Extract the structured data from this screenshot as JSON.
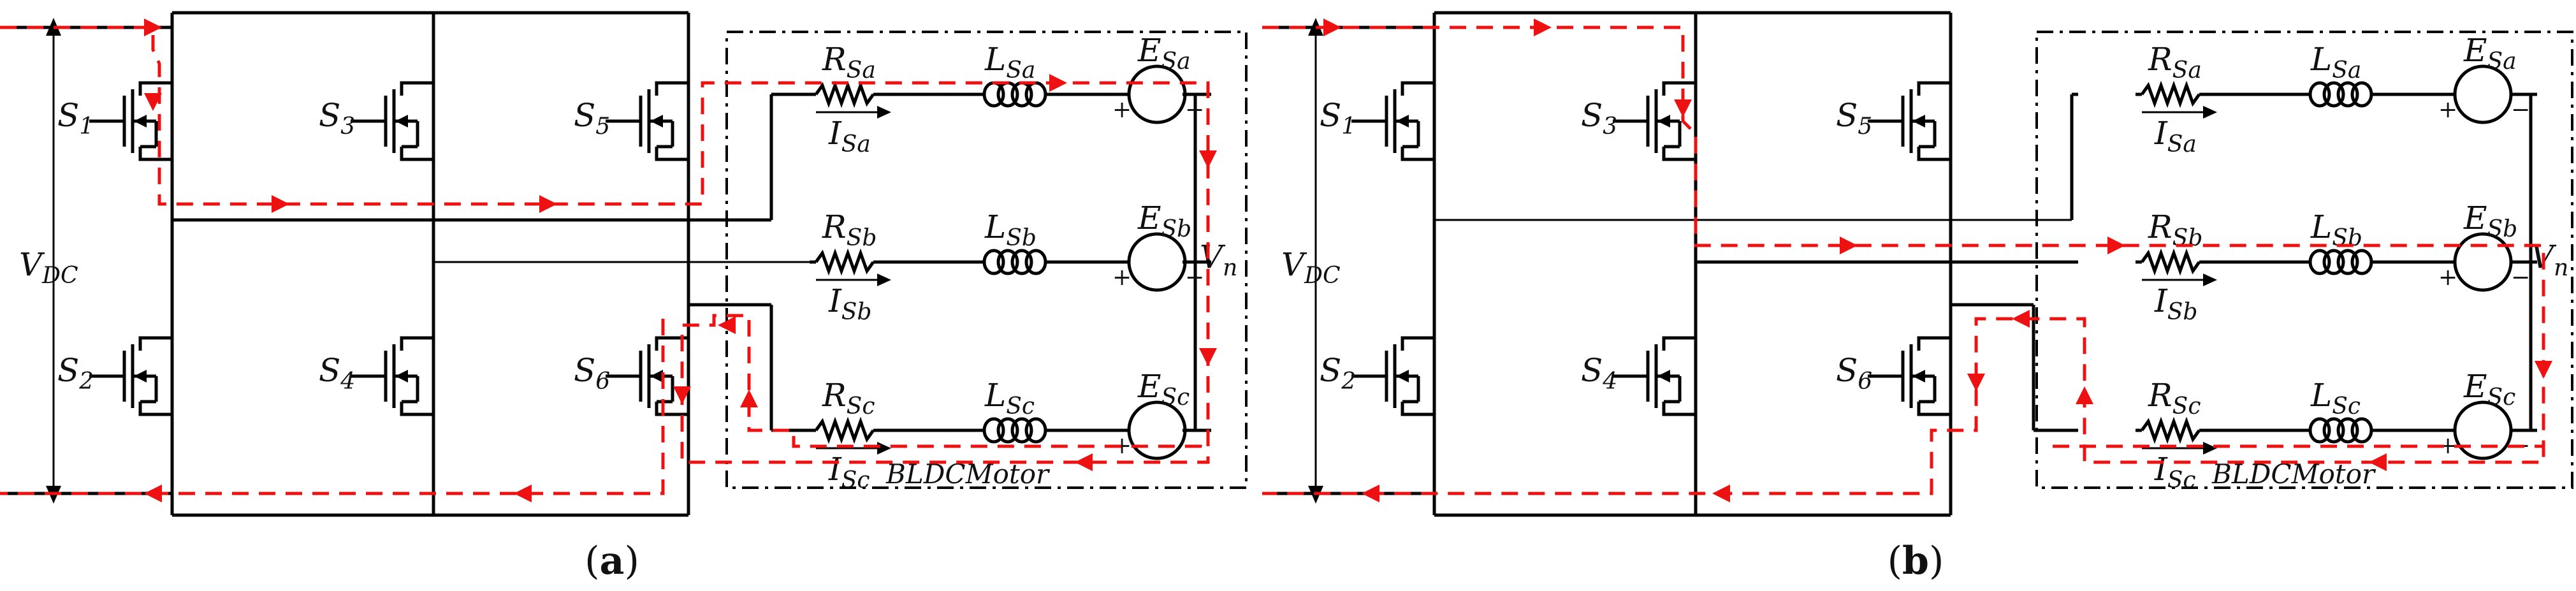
{
  "panels": [
    {
      "caption_open": "(",
      "caption_letter": "a",
      "caption_close": ")",
      "source_label": "V",
      "source_sub": "DC",
      "neutral_label": "V",
      "neutral_sub": "n",
      "motor_label": "BLDCMotor",
      "switches": [
        {
          "main": "S",
          "sub": "1"
        },
        {
          "main": "S",
          "sub": "2"
        },
        {
          "main": "S",
          "sub": "3"
        },
        {
          "main": "S",
          "sub": "4"
        },
        {
          "main": "S",
          "sub": "5"
        },
        {
          "main": "S",
          "sub": "6"
        }
      ],
      "phases": [
        {
          "r_main": "R",
          "r_sub": "Sa",
          "l_main": "L",
          "l_sub": "Sa",
          "e_main": "E",
          "e_sub": "Sa",
          "i_main": "I",
          "i_sub": "Sa"
        },
        {
          "r_main": "R",
          "r_sub": "Sb",
          "l_main": "L",
          "l_sub": "Sb",
          "e_main": "E",
          "e_sub": "Sb",
          "i_main": "I",
          "i_sub": "Sb"
        },
        {
          "r_main": "R",
          "r_sub": "Sc",
          "l_main": "L",
          "l_sub": "Sc",
          "e_main": "E",
          "e_sub": "Sc",
          "i_main": "I",
          "i_sub": "Sc"
        }
      ]
    },
    {
      "caption_open": "(",
      "caption_letter": "b",
      "caption_close": ")",
      "source_label": "V",
      "source_sub": "DC",
      "neutral_label": "V",
      "neutral_sub": "n",
      "motor_label": "BLDCMotor",
      "switches": [
        {
          "main": "S",
          "sub": "1"
        },
        {
          "main": "S",
          "sub": "2"
        },
        {
          "main": "S",
          "sub": "3"
        },
        {
          "main": "S",
          "sub": "4"
        },
        {
          "main": "S",
          "sub": "5"
        },
        {
          "main": "S",
          "sub": "6"
        }
      ],
      "phases": [
        {
          "r_main": "R",
          "r_sub": "Sa",
          "l_main": "L",
          "l_sub": "Sa",
          "e_main": "E",
          "e_sub": "Sa",
          "i_main": "I",
          "i_sub": "Sa"
        },
        {
          "r_main": "R",
          "r_sub": "Sb",
          "l_main": "L",
          "l_sub": "Sb",
          "e_main": "E",
          "e_sub": "Sb",
          "i_main": "I",
          "i_sub": "Sb"
        },
        {
          "r_main": "R",
          "r_sub": "Sc",
          "l_main": "L",
          "l_sub": "Sc",
          "e_main": "E",
          "e_sub": "Sc",
          "i_main": "I",
          "i_sub": "Sc"
        }
      ]
    }
  ],
  "polarity_plus": "+",
  "polarity_minus": "−",
  "colors": {
    "wire": "#000000",
    "current_path": "#ee1111",
    "background": "#ffffff"
  }
}
